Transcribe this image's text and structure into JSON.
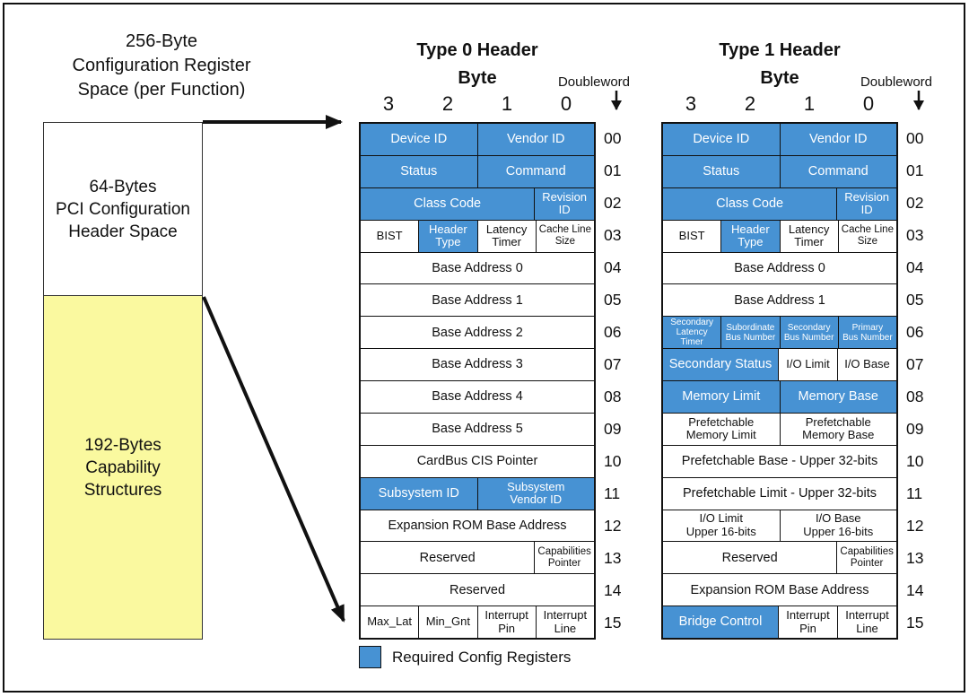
{
  "colors": {
    "required": "#4792D3",
    "capability": "#FAF99F"
  },
  "left_panel": {
    "title": "256-Byte\nConfiguration Register\nSpace (per Function)",
    "header_space": "64-Bytes\nPCI Configuration\nHeader Space",
    "capability": "192-Bytes\nCapability\nStructures"
  },
  "legend": {
    "label": "Required Config Registers"
  },
  "type0": {
    "title": "Type 0 Header",
    "byte_label": "Byte",
    "doubleword_label": "Doubleword",
    "byte_numbers": [
      "3",
      "2",
      "1",
      "0"
    ],
    "rows": [
      {
        "dw": "00",
        "cells": [
          {
            "label": "Device ID",
            "span": 2,
            "required": true
          },
          {
            "label": "Vendor ID",
            "span": 2,
            "required": true
          }
        ]
      },
      {
        "dw": "01",
        "cells": [
          {
            "label": "Status",
            "span": 2,
            "required": true
          },
          {
            "label": "Command",
            "span": 2,
            "required": true
          }
        ]
      },
      {
        "dw": "02",
        "cells": [
          {
            "label": "Class Code",
            "span": 3,
            "required": true
          },
          {
            "label": "Revision\nID",
            "span": 1,
            "required": true,
            "size": "sm"
          }
        ]
      },
      {
        "dw": "03",
        "cells": [
          {
            "label": "BIST",
            "span": 1,
            "size": "sm"
          },
          {
            "label": "Header\nType",
            "span": 1,
            "required": true,
            "size": "sm"
          },
          {
            "label": "Latency\nTimer",
            "span": 1,
            "size": "sm"
          },
          {
            "label": "Cache Line\nSize",
            "span": 1,
            "size": "xs"
          }
        ]
      },
      {
        "dw": "04",
        "cells": [
          {
            "label": "Base Address 0",
            "span": 4
          }
        ]
      },
      {
        "dw": "05",
        "cells": [
          {
            "label": "Base Address 1",
            "span": 4
          }
        ]
      },
      {
        "dw": "06",
        "cells": [
          {
            "label": "Base Address 2",
            "span": 4
          }
        ]
      },
      {
        "dw": "07",
        "cells": [
          {
            "label": "Base Address 3",
            "span": 4
          }
        ]
      },
      {
        "dw": "08",
        "cells": [
          {
            "label": "Base Address 4",
            "span": 4
          }
        ]
      },
      {
        "dw": "09",
        "cells": [
          {
            "label": "Base Address 5",
            "span": 4
          }
        ]
      },
      {
        "dw": "10",
        "cells": [
          {
            "label": "CardBus CIS Pointer",
            "span": 4
          }
        ]
      },
      {
        "dw": "11",
        "cells": [
          {
            "label": "Subsystem ID",
            "span": 2,
            "required": true
          },
          {
            "label": "Subsystem\nVendor ID",
            "span": 2,
            "required": true,
            "size": "sm"
          }
        ]
      },
      {
        "dw": "12",
        "cells": [
          {
            "label": "Expansion ROM Base Address",
            "span": 4
          }
        ]
      },
      {
        "dw": "13",
        "cells": [
          {
            "label": "Reserved",
            "span": 3
          },
          {
            "label": "Capabilities\nPointer",
            "span": 1,
            "size": "xs"
          }
        ]
      },
      {
        "dw": "14",
        "cells": [
          {
            "label": "Reserved",
            "span": 4
          }
        ]
      },
      {
        "dw": "15",
        "cells": [
          {
            "label": "Max_Lat",
            "span": 1,
            "size": "sm"
          },
          {
            "label": "Min_Gnt",
            "span": 1,
            "size": "sm"
          },
          {
            "label": "Interrupt\nPin",
            "span": 1,
            "size": "sm"
          },
          {
            "label": "Interrupt\nLine",
            "span": 1,
            "size": "sm"
          }
        ]
      }
    ]
  },
  "type1": {
    "title": "Type 1 Header",
    "byte_label": "Byte",
    "doubleword_label": "Doubleword",
    "byte_numbers": [
      "3",
      "2",
      "1",
      "0"
    ],
    "rows": [
      {
        "dw": "00",
        "cells": [
          {
            "label": "Device ID",
            "span": 2,
            "required": true
          },
          {
            "label": "Vendor ID",
            "span": 2,
            "required": true
          }
        ]
      },
      {
        "dw": "01",
        "cells": [
          {
            "label": "Status",
            "span": 2,
            "required": true
          },
          {
            "label": "Command",
            "span": 2,
            "required": true
          }
        ]
      },
      {
        "dw": "02",
        "cells": [
          {
            "label": "Class Code",
            "span": 3,
            "required": true
          },
          {
            "label": "Revision\nID",
            "span": 1,
            "required": true,
            "size": "sm"
          }
        ]
      },
      {
        "dw": "03",
        "cells": [
          {
            "label": "BIST",
            "span": 1,
            "size": "sm"
          },
          {
            "label": "Header\nType",
            "span": 1,
            "required": true,
            "size": "sm"
          },
          {
            "label": "Latency\nTimer",
            "span": 1,
            "size": "sm"
          },
          {
            "label": "Cache Line\nSize",
            "span": 1,
            "size": "xs"
          }
        ]
      },
      {
        "dw": "04",
        "cells": [
          {
            "label": "Base Address 0",
            "span": 4
          }
        ]
      },
      {
        "dw": "05",
        "cells": [
          {
            "label": "Base Address 1",
            "span": 4
          }
        ]
      },
      {
        "dw": "06",
        "cells": [
          {
            "label": "Secondary\nLatency Timer",
            "span": 1,
            "required": true,
            "size": "xxs"
          },
          {
            "label": "Subordinate\nBus Number",
            "span": 1,
            "required": true,
            "size": "xxs"
          },
          {
            "label": "Secondary\nBus Number",
            "span": 1,
            "required": true,
            "size": "xxs"
          },
          {
            "label": "Primary\nBus Number",
            "span": 1,
            "required": true,
            "size": "xxs"
          }
        ]
      },
      {
        "dw": "07",
        "cells": [
          {
            "label": "Secondary Status",
            "span": 2,
            "required": true
          },
          {
            "label": "I/O Limit",
            "span": 1,
            "size": "sm"
          },
          {
            "label": "I/O Base",
            "span": 1,
            "size": "sm"
          }
        ]
      },
      {
        "dw": "08",
        "cells": [
          {
            "label": "Memory Limit",
            "span": 2,
            "required": true
          },
          {
            "label": "Memory Base",
            "span": 2,
            "required": true
          }
        ]
      },
      {
        "dw": "09",
        "cells": [
          {
            "label": "Prefetchable\nMemory Limit",
            "span": 2,
            "size": "sm"
          },
          {
            "label": "Prefetchable\nMemory Base",
            "span": 2,
            "size": "sm"
          }
        ]
      },
      {
        "dw": "10",
        "cells": [
          {
            "label": "Prefetchable Base - Upper 32-bits",
            "span": 4
          }
        ]
      },
      {
        "dw": "11",
        "cells": [
          {
            "label": "Prefetchable Limit - Upper 32-bits",
            "span": 4
          }
        ]
      },
      {
        "dw": "12",
        "cells": [
          {
            "label": "I/O Limit\nUpper 16-bits",
            "span": 2,
            "size": "sm"
          },
          {
            "label": "I/O Base\nUpper 16-bits",
            "span": 2,
            "size": "sm"
          }
        ]
      },
      {
        "dw": "13",
        "cells": [
          {
            "label": "Reserved",
            "span": 3
          },
          {
            "label": "Capabilities\nPointer",
            "span": 1,
            "size": "xs"
          }
        ]
      },
      {
        "dw": "14",
        "cells": [
          {
            "label": "Expansion ROM Base Address",
            "span": 4
          }
        ]
      },
      {
        "dw": "15",
        "cells": [
          {
            "label": "Bridge Control",
            "span": 2,
            "required": true
          },
          {
            "label": "Interrupt\nPin",
            "span": 1,
            "size": "sm"
          },
          {
            "label": "Interrupt\nLine",
            "span": 1,
            "size": "sm"
          }
        ]
      }
    ]
  }
}
